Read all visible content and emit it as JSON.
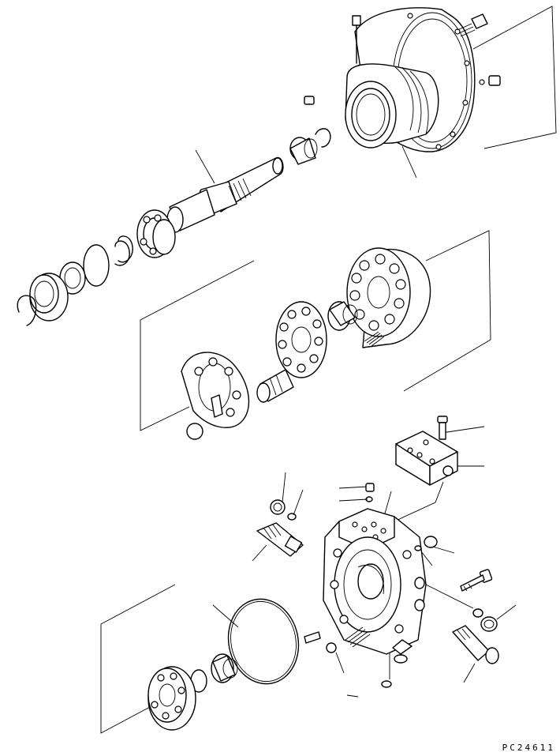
{
  "drawing_code": "PC24611",
  "colors": {
    "line": "#000000",
    "background": "#ffffff"
  },
  "parts": [
    "motor-case",
    "shaft",
    "bearing",
    "snap-ring",
    "oil-seal",
    "cylinder-block",
    "retainer-plate",
    "swash-plate",
    "valve-plate",
    "end-cover",
    "check-valve-block",
    "relief-valve",
    "o-ring",
    "brake-piston",
    "plug",
    "bolt"
  ]
}
